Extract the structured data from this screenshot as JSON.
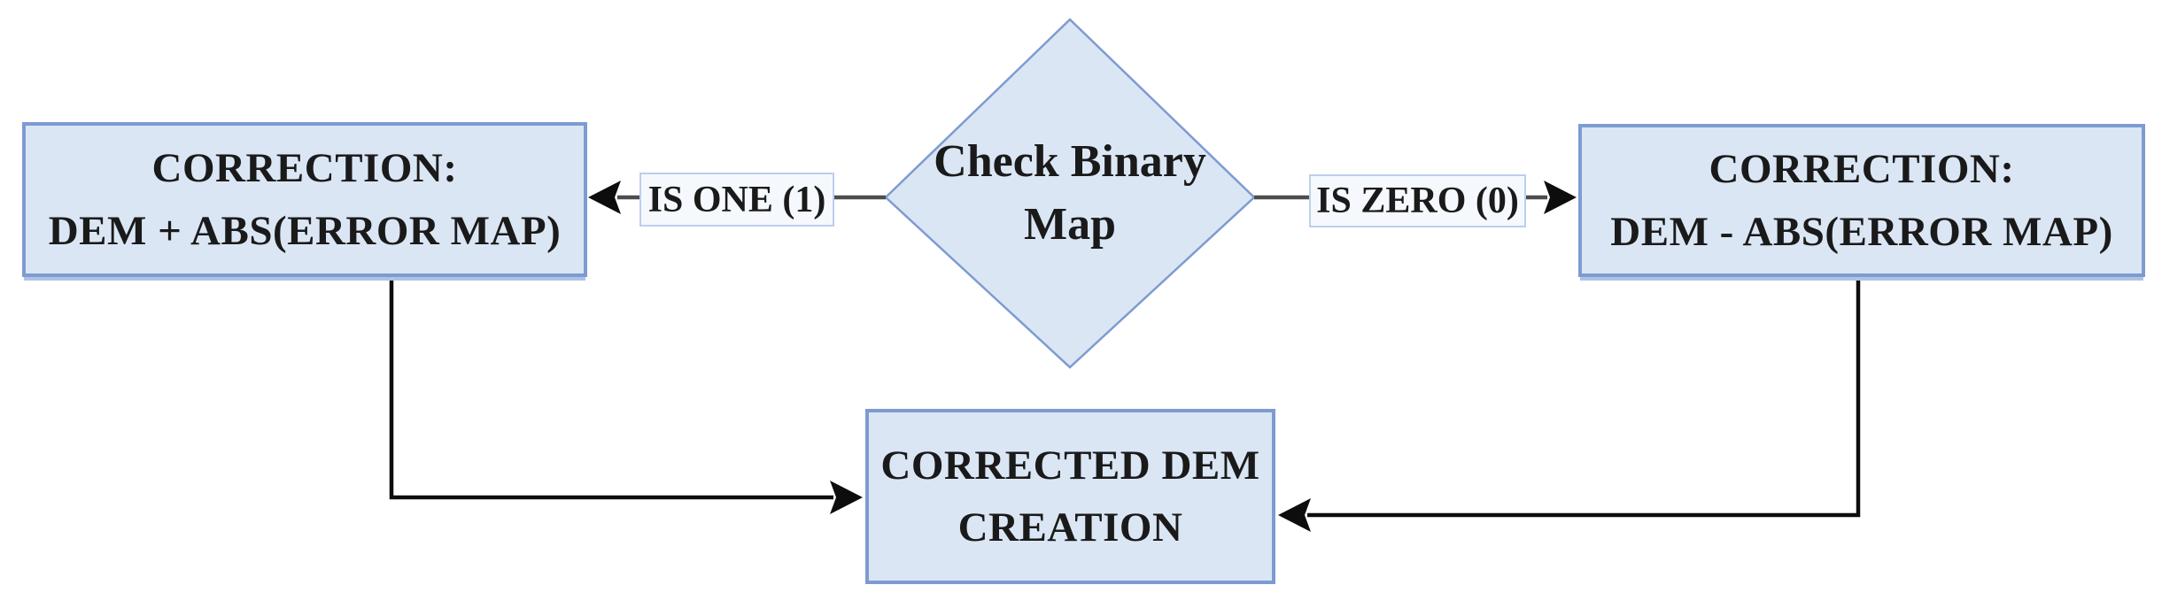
{
  "diagram": {
    "nodes": {
      "decision": {
        "line1": "Check Binary",
        "line2": "Map"
      },
      "correction_add": {
        "line1": "CORRECTION:",
        "line2": "DEM + ABS(ERROR MAP)"
      },
      "correction_subtract": {
        "line1": "CORRECTION:",
        "line2": "DEM - ABS(ERROR MAP)"
      },
      "corrected_dem": {
        "line1": "CORRECTED DEM",
        "line2": "CREATION"
      }
    },
    "edges": {
      "is_one_label": "IS ONE (1)",
      "is_zero_label": "IS ZERO (0)"
    },
    "colors": {
      "background": "#ffffff",
      "node_fill": "#dbe6f5",
      "node_border": "#7e9bd1",
      "node_shadow": "#aec3e3",
      "label_fill": "#f5f9fe",
      "label_border": "#bccfeb",
      "connector_gray": "#4d4d4d",
      "connector_black": "#0d0d0d",
      "text_color": "#1a1a1a"
    }
  }
}
